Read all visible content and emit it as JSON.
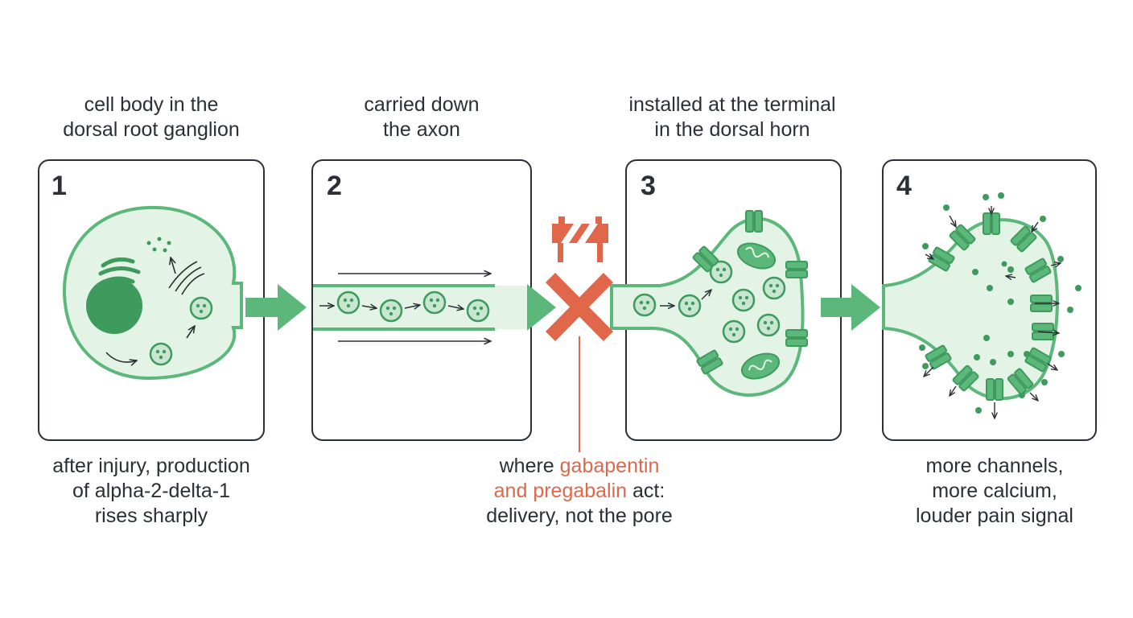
{
  "colors": {
    "green": "#5cb87a",
    "green_dark": "#3f9a5d",
    "green_fill": "#e3f3e6",
    "ink": "#2b2f36",
    "red": "#e0674a"
  },
  "steps": [
    {
      "number": "1",
      "top_line1": "cell body in the",
      "top_line2": "dorsal root ganglion",
      "bottom_line1": "after injury, production",
      "bottom_line2": "of alpha-2-delta-1",
      "bottom_line3": "rises sharply"
    },
    {
      "number": "2",
      "top_line1": "carried down",
      "top_line2": "the axon"
    },
    {
      "number": "3",
      "top_line1": "installed at the terminal",
      "top_line2": "in the dorsal horn"
    },
    {
      "number": "4",
      "top_line1": "",
      "top_line2": "",
      "bottom_line1": "more channels,",
      "bottom_line2": "more calcium,",
      "bottom_line3": "louder pain signal"
    }
  ],
  "drug_note": {
    "prefix": "where ",
    "drug1": "gabapentin",
    "drug2": "and pregabalin",
    "suffix": " act:",
    "line3": "delivery, not the pore"
  },
  "icons": [
    "roadblock-icon",
    "block-x-icon",
    "flow-arrow-icon",
    "vesicle-icon",
    "channel-icon",
    "mitochondrion-icon",
    "golgi-icon",
    "nucleus-icon"
  ]
}
